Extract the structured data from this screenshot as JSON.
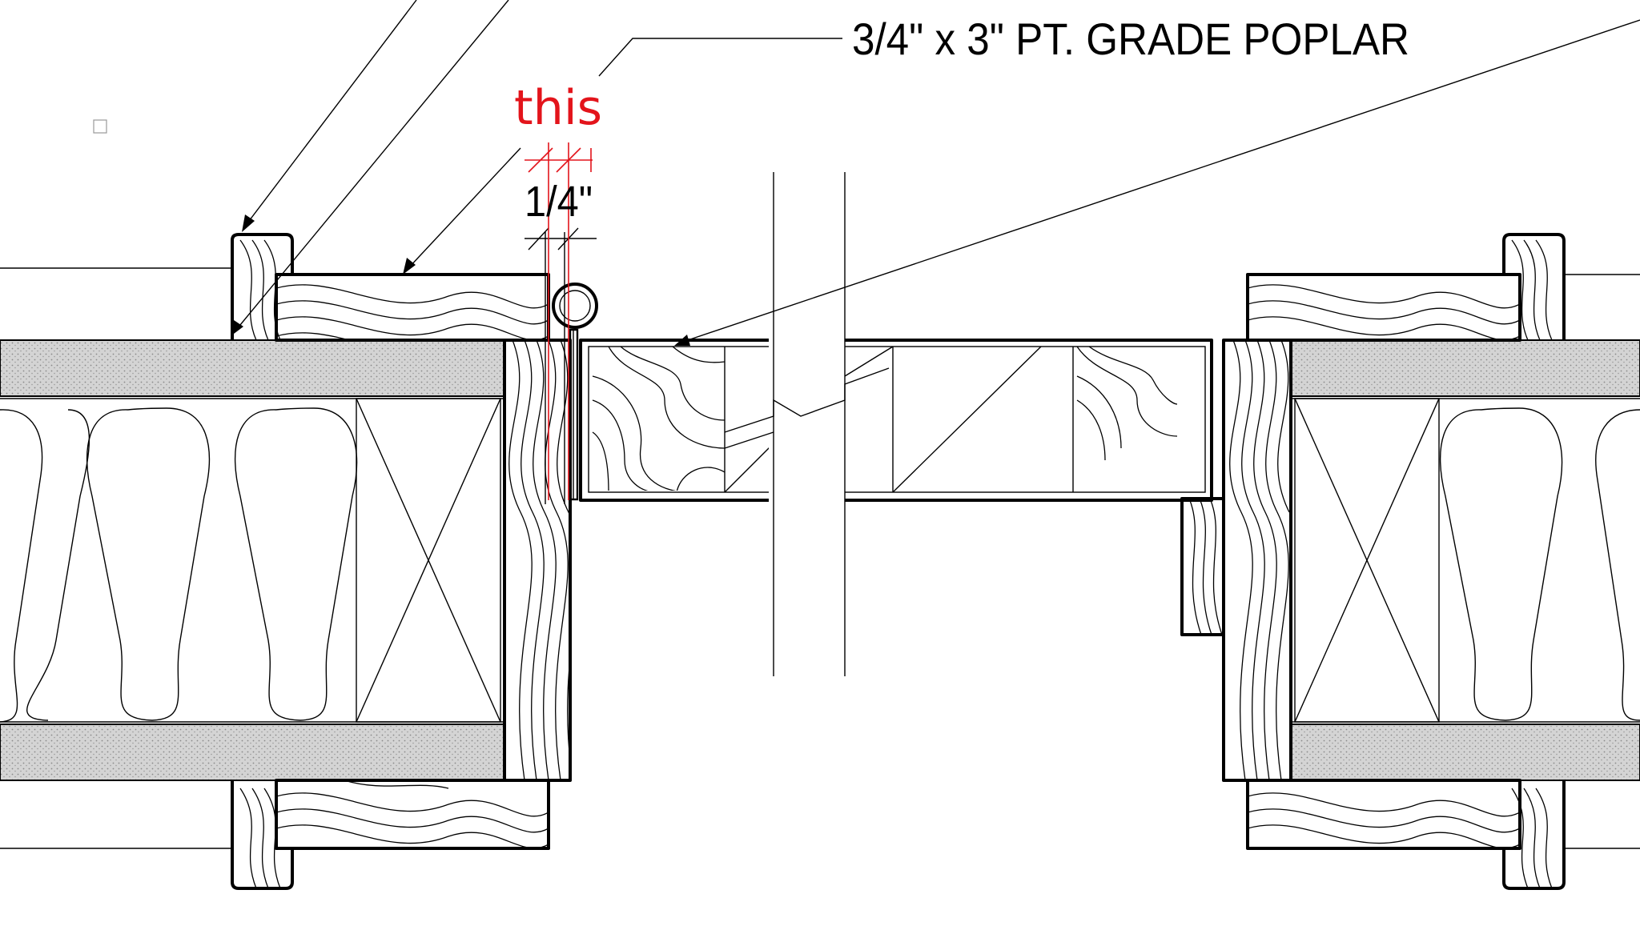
{
  "annotations": {
    "material_callout": "3/4\" x 3\" PT. GRADE POPLAR",
    "dimension": "1/4\"",
    "markup": "this"
  },
  "colors": {
    "line": "#000000",
    "markup": "#e3141b",
    "background": "#ffffff"
  }
}
